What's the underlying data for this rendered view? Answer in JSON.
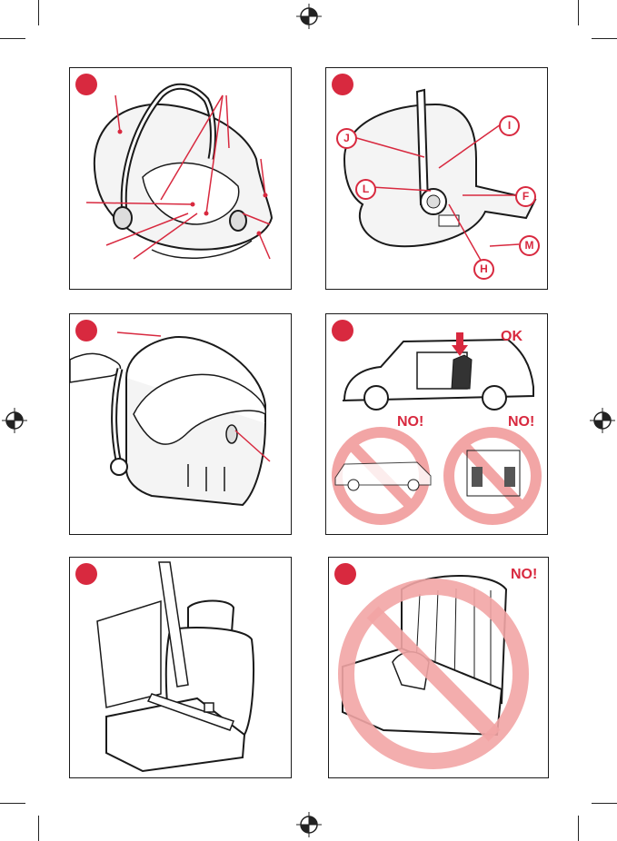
{
  "colors": {
    "accent": "#d8293f",
    "prohibit": "#f2a5a5",
    "line": "#1a1a1a"
  },
  "panels": [
    {
      "id": "p1",
      "subject": "infant car seat overview"
    },
    {
      "id": "p2",
      "subject": "car seat side view with callouts",
      "callouts": [
        "J",
        "I",
        "L",
        "F",
        "H",
        "M"
      ]
    },
    {
      "id": "p3",
      "subject": "carrying the seat by the handle"
    },
    {
      "id": "p4",
      "subject": "vehicle seating position",
      "ok_label": "OK",
      "no_label_left": "NO!",
      "no_label_right": "NO!"
    },
    {
      "id": "p5",
      "subject": "vehicle seat with 3-point belt"
    },
    {
      "id": "p6",
      "subject": "lap belt only prohibited",
      "no_label": "NO!"
    }
  ],
  "icons": [
    "registration-mark-icon",
    "prohibition-icon",
    "arrow-down-icon"
  ]
}
